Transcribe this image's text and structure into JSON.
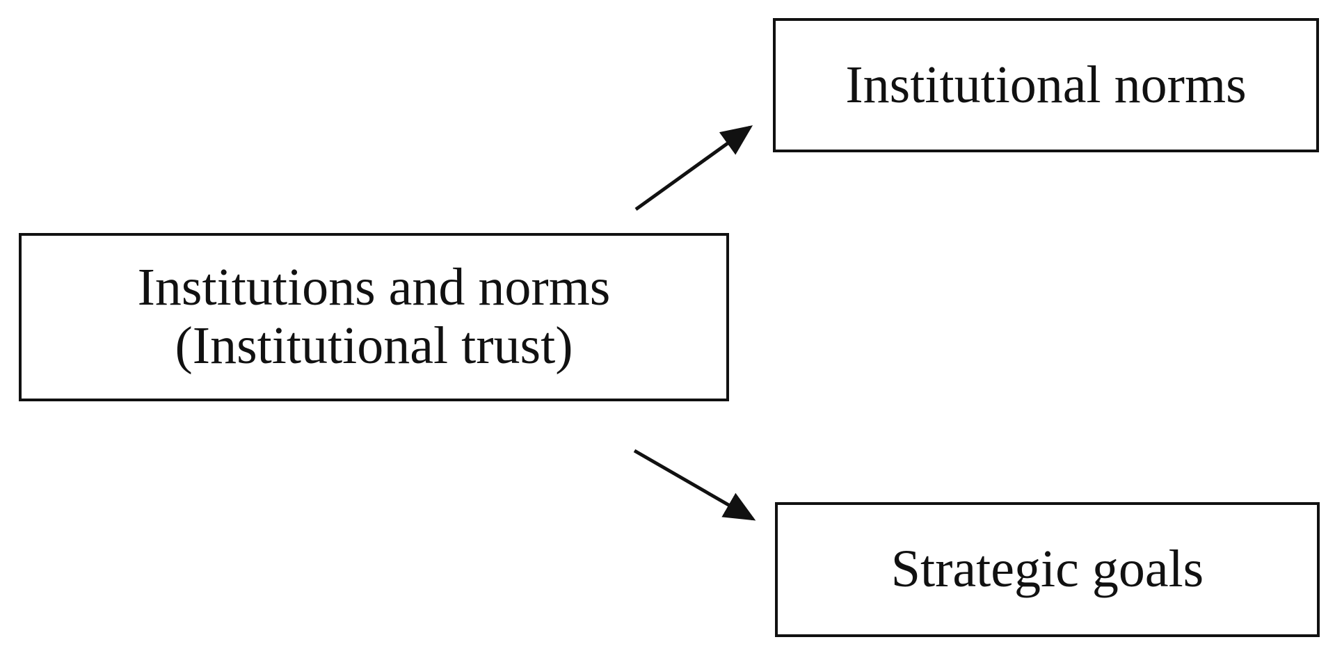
{
  "diagram": {
    "source_box": {
      "line1": "Institutions and norms",
      "line2": "(Institutional trust)"
    },
    "target_boxes": {
      "norms": "Institutional norms",
      "goals": "Strategic goals"
    },
    "edges": [
      {
        "from": "source_box",
        "to": "norms"
      },
      {
        "from": "source_box",
        "to": "goals"
      }
    ],
    "colors": {
      "stroke": "#111111",
      "background": "#ffffff"
    }
  }
}
